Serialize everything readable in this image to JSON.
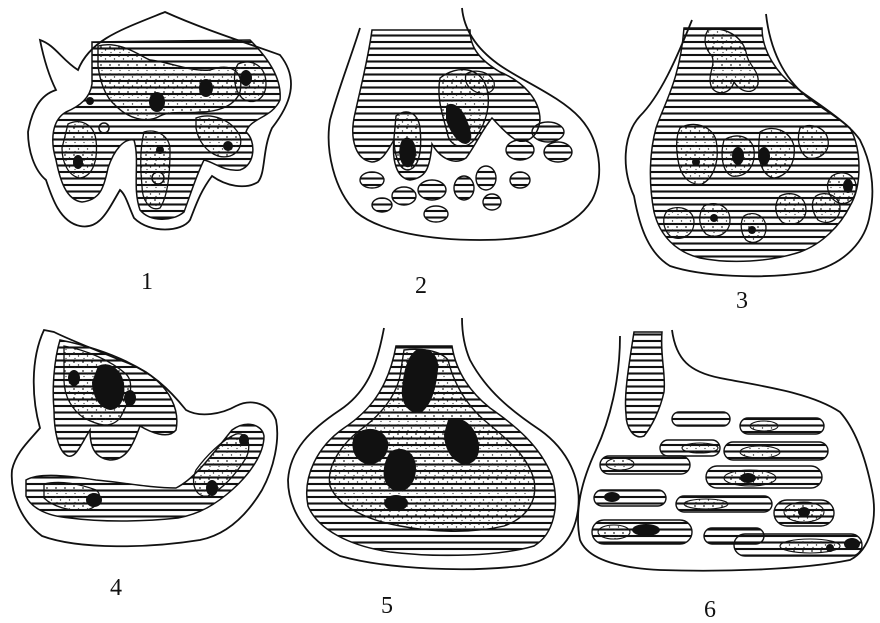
{
  "panels": [
    {
      "label": "1"
    },
    {
      "label": "2"
    },
    {
      "label": "3"
    },
    {
      "label": "4"
    },
    {
      "label": "5"
    },
    {
      "label": "6"
    }
  ],
  "colors": {
    "ink": "#111111",
    "background": "#ffffff"
  }
}
